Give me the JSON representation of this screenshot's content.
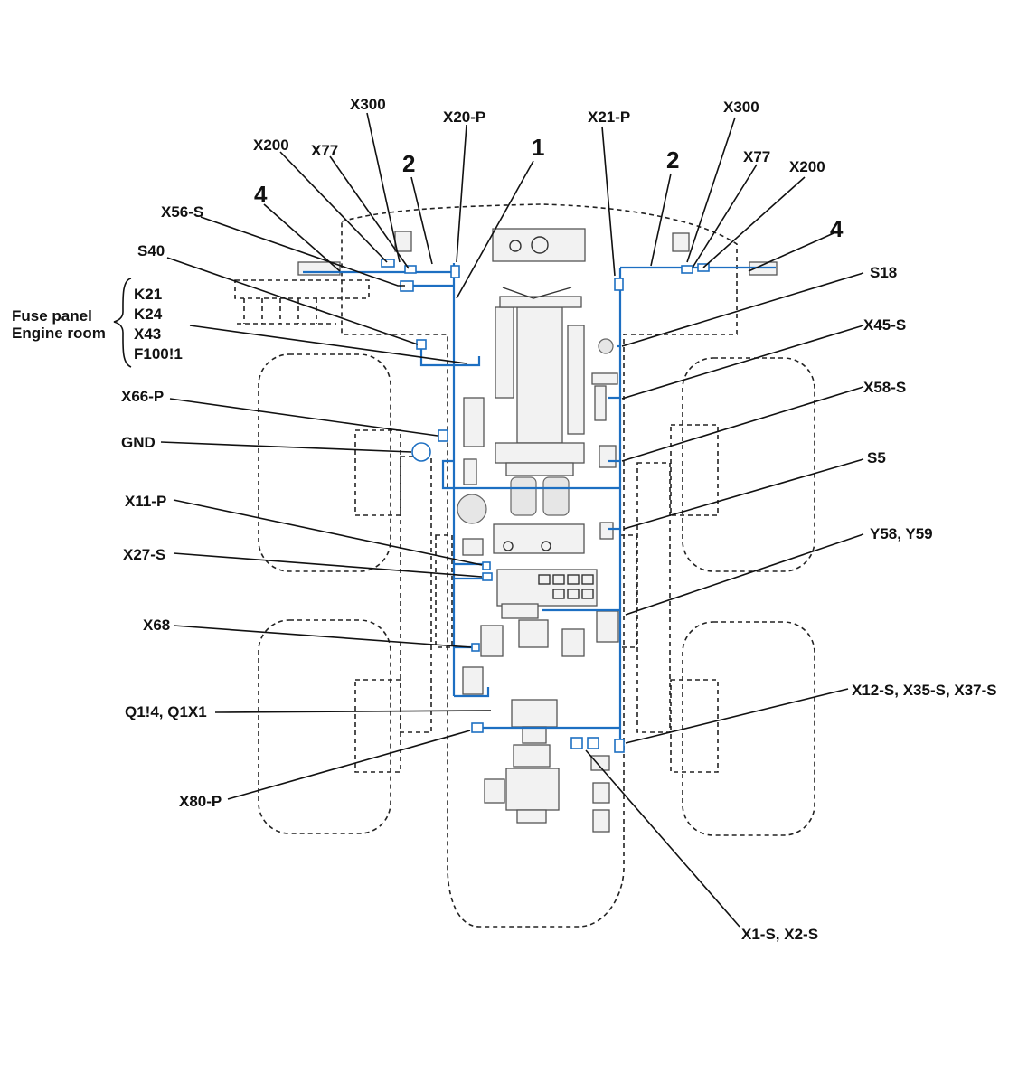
{
  "labels": {
    "x300_left": "X300",
    "x20p": "X20-P",
    "x21p": "X21-P",
    "x300_right": "X300",
    "x200_left": "X200",
    "x77_left": "X77",
    "n1": "1",
    "n2_left": "2",
    "n2_right": "2",
    "x77_right": "X77",
    "x200_right": "X200",
    "n4_left": "4",
    "n4_right": "4",
    "x56s": "X56-S",
    "s40": "S40",
    "s18": "S18",
    "x45s": "X45-S",
    "x58s": "X58-S",
    "x66p": "X66-P",
    "gnd": "GND",
    "s5": "S5",
    "x11p": "X11-P",
    "y58y59": "Y58, Y59",
    "x27s": "X27-S",
    "x68": "X68",
    "q14q1x1": "Q1!4, Q1X1",
    "x12s": "X12-S, X35-S, X37-S",
    "x80p": "X80-P",
    "x1sx2s": "X1-S, X2-S"
  },
  "fuse_panel": {
    "title_line1": "Fuse panel",
    "title_line2": "Engine room",
    "items": [
      "K21",
      "K24",
      "X43",
      "F100!1"
    ]
  },
  "colors": {
    "harness": "#1d6fc2",
    "outline": "#222222",
    "label": "#111111"
  }
}
